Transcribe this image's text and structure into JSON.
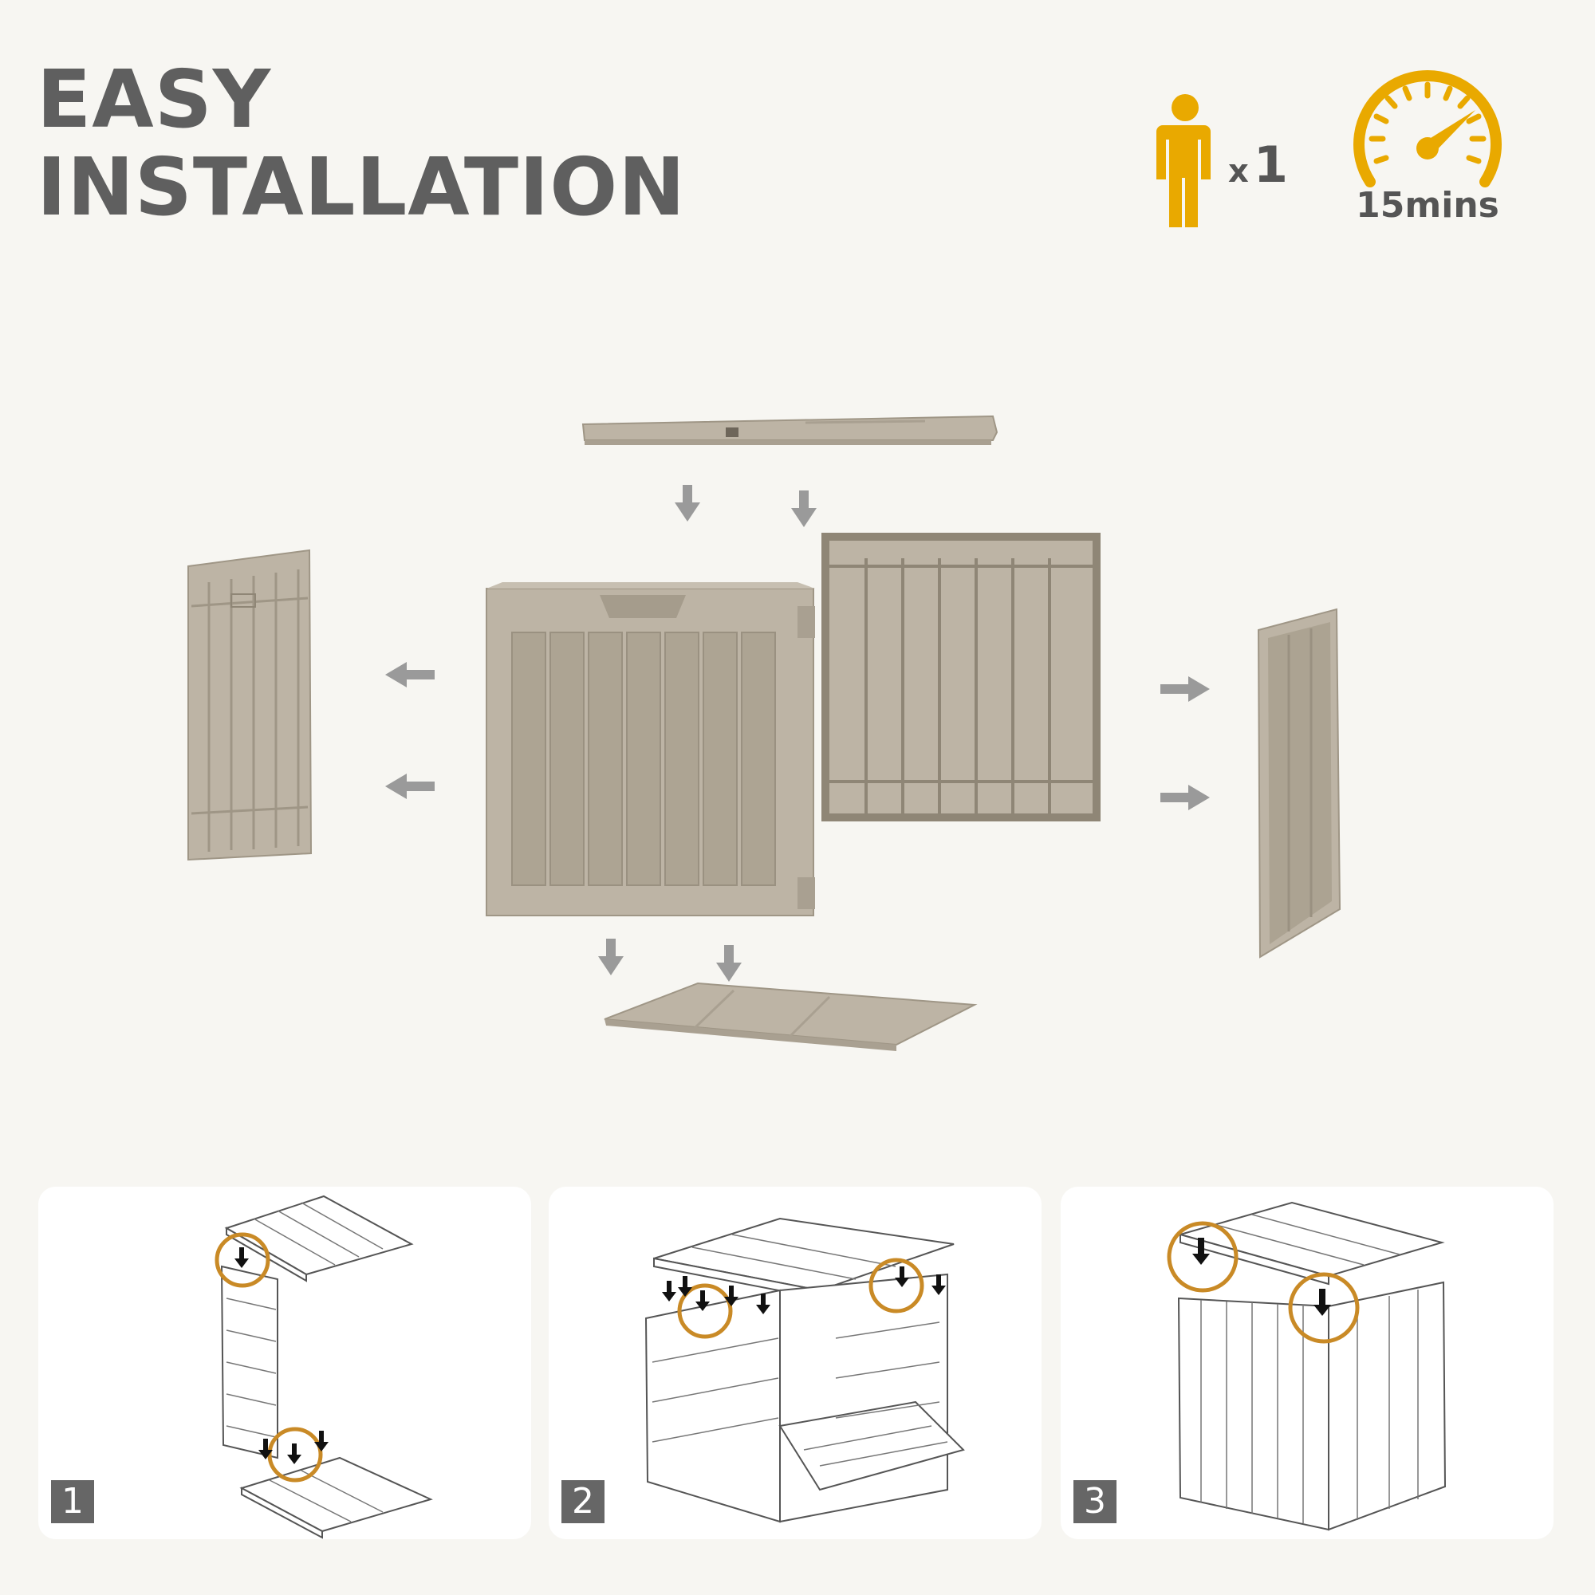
{
  "header": {
    "title_line1": "EASY",
    "title_line2": "INSTALLATION"
  },
  "badges": {
    "people_prefix": "x",
    "people_count": "1",
    "time_label": "15mins"
  },
  "colors": {
    "accent": "#e9a900",
    "title": "#5f5f5f",
    "panel": "#bdb4a5",
    "panel_dark": "#8f8676",
    "arrow": "#9a9a9a",
    "highlight": "#c98a26"
  },
  "icons": {
    "person": "person-icon",
    "timer": "speedometer-icon"
  },
  "steps": [
    {
      "number": "1"
    },
    {
      "number": "2"
    },
    {
      "number": "3"
    }
  ]
}
